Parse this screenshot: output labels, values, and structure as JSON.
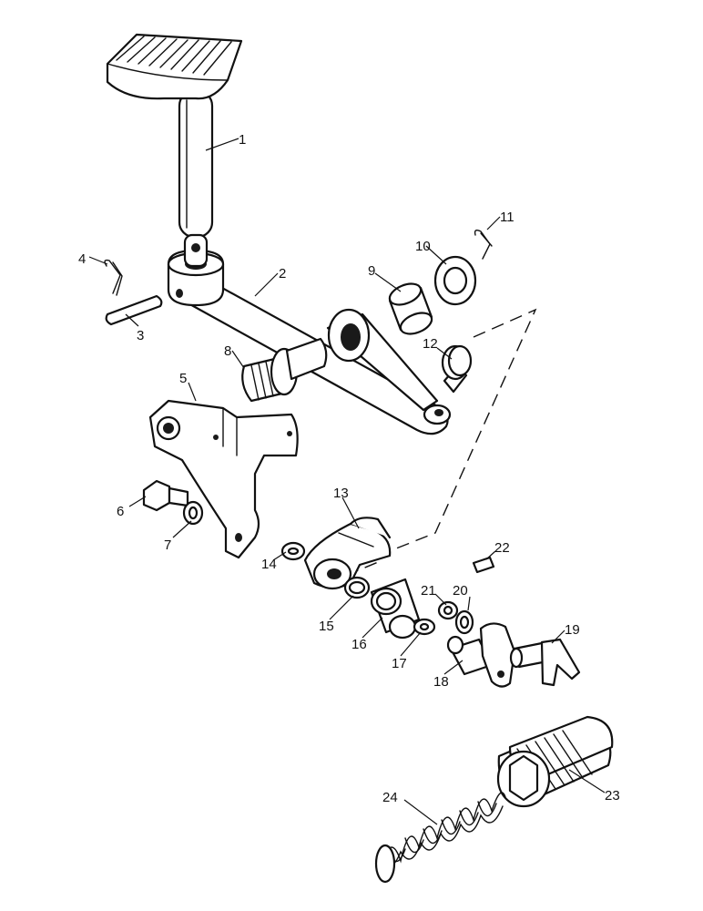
{
  "callouts": [
    {
      "id": "1",
      "text": "1"
    },
    {
      "id": "2",
      "text": "2"
    },
    {
      "id": "3",
      "text": "3"
    },
    {
      "id": "4",
      "text": "4"
    },
    {
      "id": "5",
      "text": "5"
    },
    {
      "id": "6",
      "text": "6"
    },
    {
      "id": "7",
      "text": "7"
    },
    {
      "id": "8",
      "text": "8"
    },
    {
      "id": "9",
      "text": "9"
    },
    {
      "id": "10",
      "text": "10"
    },
    {
      "id": "11",
      "text": "11"
    },
    {
      "id": "12",
      "text": "12"
    },
    {
      "id": "13",
      "text": "13"
    },
    {
      "id": "14",
      "text": "14"
    },
    {
      "id": "15",
      "text": "15"
    },
    {
      "id": "16",
      "text": "16"
    },
    {
      "id": "17",
      "text": "17"
    },
    {
      "id": "18",
      "text": "18"
    },
    {
      "id": "19",
      "text": "19"
    },
    {
      "id": "20",
      "text": "20"
    },
    {
      "id": "21",
      "text": "21"
    },
    {
      "id": "22",
      "text": "22"
    },
    {
      "id": "23",
      "text": "23"
    },
    {
      "id": "24",
      "text": "24"
    }
  ]
}
